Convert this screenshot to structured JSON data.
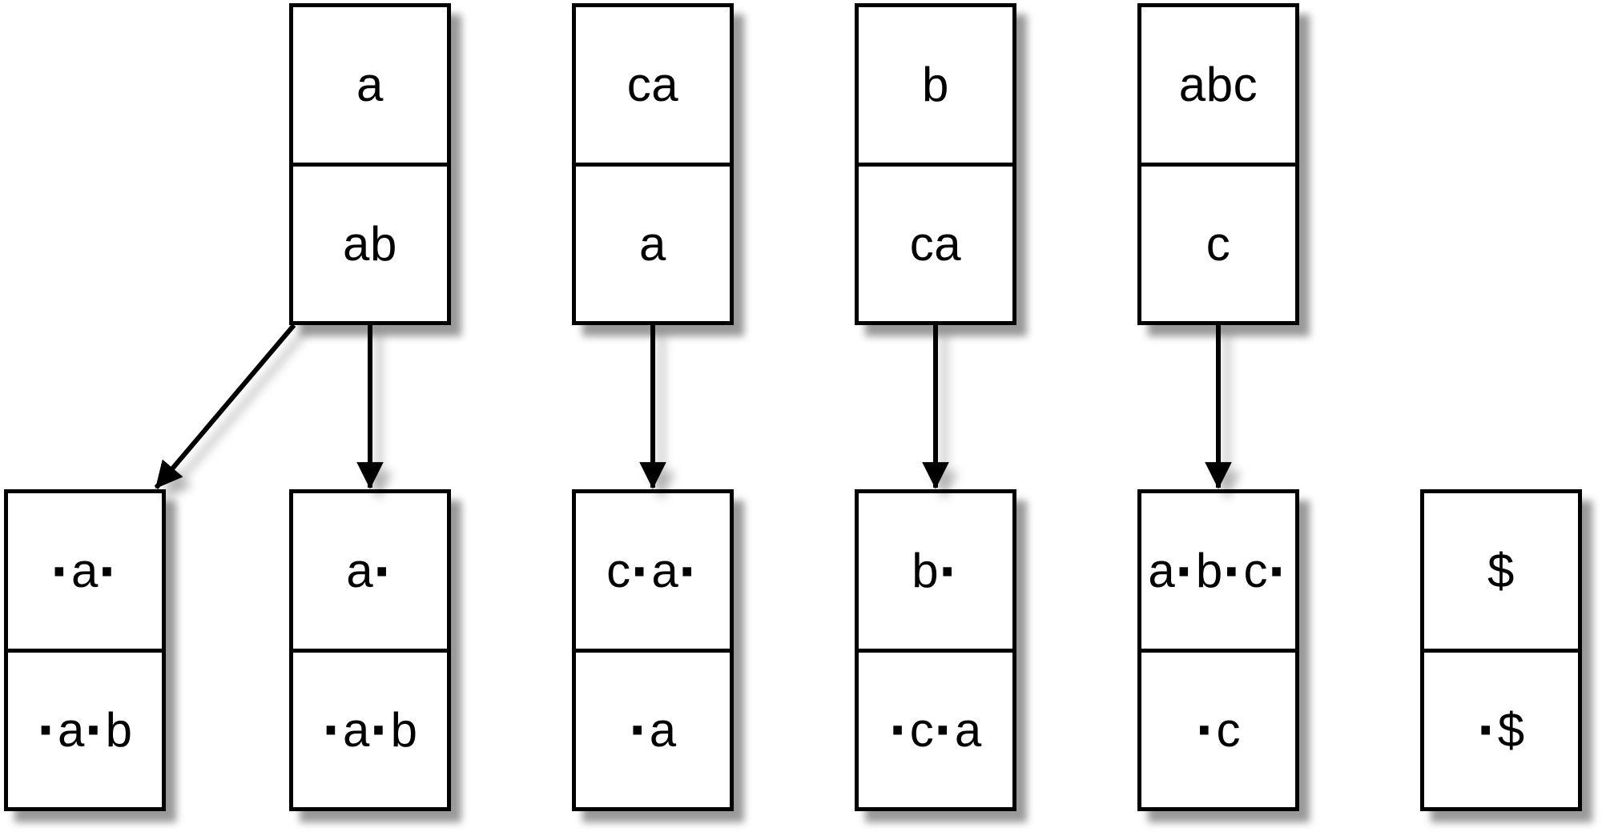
{
  "diagram": {
    "colors": {
      "canvas_background": "#ffffff",
      "node_fill": "#ffffff",
      "node_stroke": "#000000",
      "text": "#000000",
      "arrow": "#000000"
    },
    "top_row": [
      {
        "id": "top-1",
        "top": "a",
        "bottom": "ab"
      },
      {
        "id": "top-2",
        "top": "ca",
        "bottom": "a"
      },
      {
        "id": "top-3",
        "top": "b",
        "bottom": "ca"
      },
      {
        "id": "top-4",
        "top": "abc",
        "bottom": "c"
      }
    ],
    "bottom_row": [
      {
        "id": "bottom-1",
        "top": "·a·",
        "bottom": "·a·b"
      },
      {
        "id": "bottom-2",
        "top": "a·",
        "bottom": "·a·b"
      },
      {
        "id": "bottom-3",
        "top": "c·a·",
        "bottom": "·a"
      },
      {
        "id": "bottom-4",
        "top": "b·",
        "bottom": "·c·a"
      },
      {
        "id": "bottom-5",
        "top": "a·b·c·",
        "bottom": "·c"
      },
      {
        "id": "bottom-6",
        "top": "$",
        "bottom": "·$"
      }
    ],
    "arrows": [
      {
        "from": "top-1",
        "from_anchor": "bottom-left",
        "to": "bottom-1",
        "to_anchor": "top-right"
      },
      {
        "from": "top-1",
        "from_anchor": "bottom-center",
        "to": "bottom-2",
        "to_anchor": "top-center"
      },
      {
        "from": "top-2",
        "from_anchor": "bottom-center",
        "to": "bottom-3",
        "to_anchor": "top-center"
      },
      {
        "from": "top-3",
        "from_anchor": "bottom-center",
        "to": "bottom-4",
        "to_anchor": "top-center"
      },
      {
        "from": "top-4",
        "from_anchor": "bottom-center",
        "to": "bottom-5",
        "to_anchor": "top-center"
      }
    ]
  }
}
